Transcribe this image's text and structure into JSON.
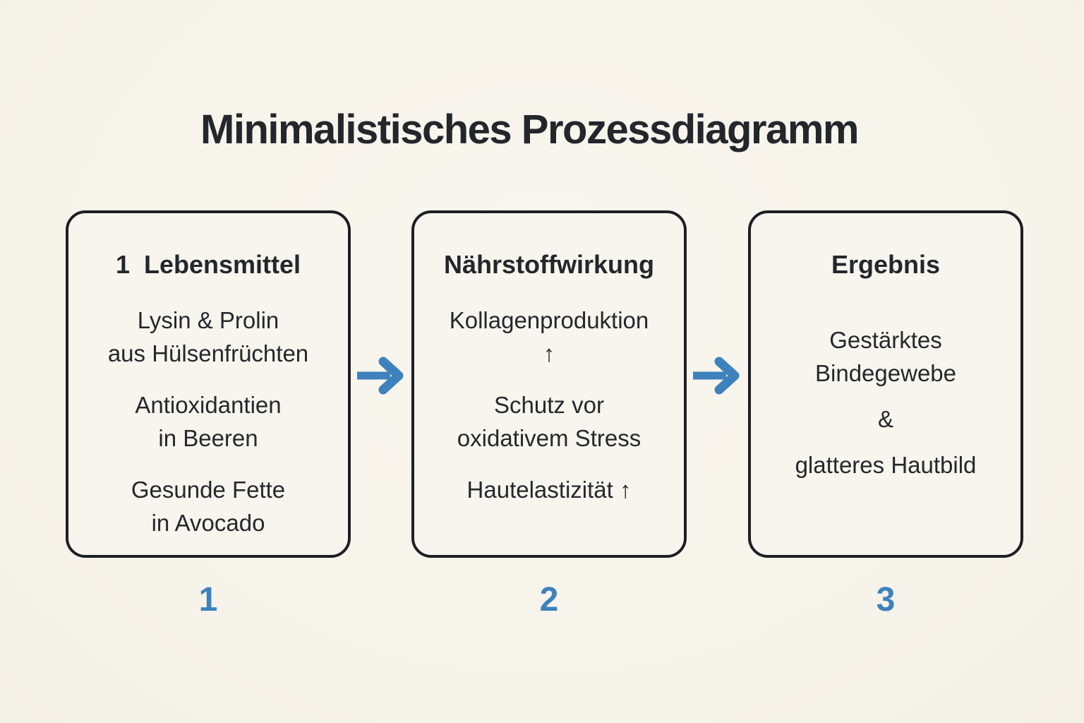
{
  "title": "Minimalistisches Prozessdiagramm",
  "colors": {
    "background": "#f7f4ec",
    "box_fill": "#f8f5ee",
    "box_border": "#1c1f23",
    "text": "#24282c",
    "accent_blue": "#3d82bd"
  },
  "steps": [
    {
      "number": "1",
      "header": "1  Lebensmittel",
      "paragraphs": [
        {
          "lines": [
            "Lysin & Prolin",
            "aus Hülsenfrüchten"
          ]
        },
        {
          "lines": [
            "Antioxidantien",
            "in Beeren"
          ]
        },
        {
          "lines": [
            "Gesunde Fette",
            "in Avocado"
          ]
        }
      ]
    },
    {
      "number": "2",
      "header": "Nährstoffwirkung",
      "paragraphs": [
        {
          "lines": [
            "Kollagenproduktion",
            "↑"
          ]
        },
        {
          "lines": [
            "Schutz vor",
            "oxidativem Stress"
          ]
        },
        {
          "lines": [
            "Hautelastizität ↑"
          ]
        }
      ]
    },
    {
      "number": "3",
      "header": "Ergebnis",
      "paragraphs": [
        {
          "lines": [
            "Gestärktes",
            "Bindegewebe"
          ]
        },
        {
          "lines": [
            "&"
          ]
        },
        {
          "lines": [
            "glatteres Hautbild"
          ]
        }
      ]
    }
  ]
}
